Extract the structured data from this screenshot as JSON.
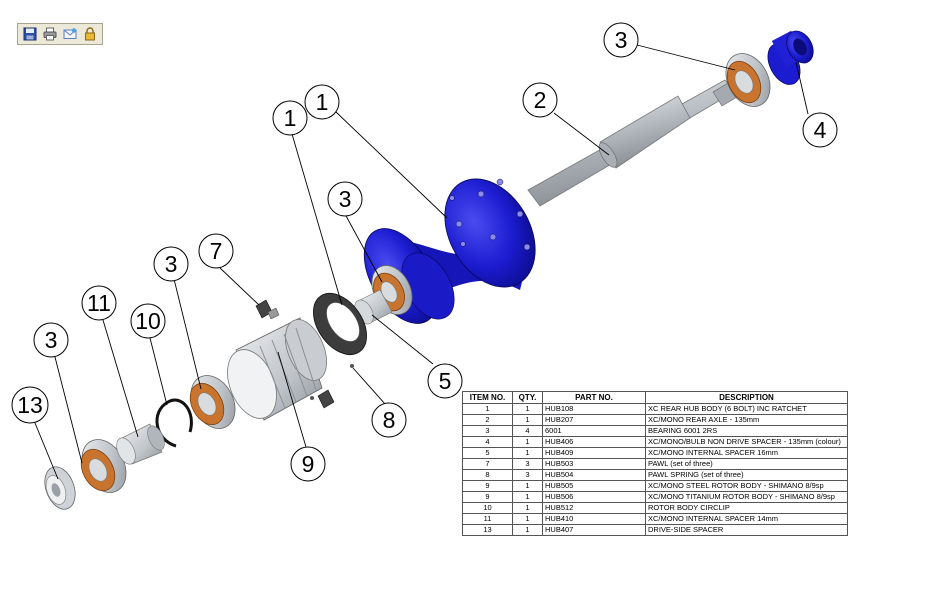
{
  "toolbar": {
    "buttons": [
      {
        "icon": "save-icon"
      },
      {
        "icon": "print-icon"
      },
      {
        "icon": "email-icon"
      },
      {
        "icon": "lock-icon"
      }
    ]
  },
  "callouts": {
    "c1a": "1",
    "c1b": "1",
    "c2": "2",
    "c3a": "3",
    "c3b": "3",
    "c3c": "3",
    "c3d": "3",
    "c4": "4",
    "c5": "5",
    "c7": "7",
    "c8": "8",
    "c9": "9",
    "c10": "10",
    "c11": "11",
    "c13": "13"
  },
  "colors": {
    "hub_blue": "#1b1bd0",
    "bearing_orange": "#c8742e",
    "steel": "#b8bec4"
  },
  "bom": {
    "headers": [
      "ITEM NO.",
      "QTY.",
      "PART NO.",
      "DESCRIPTION"
    ],
    "rows": [
      [
        "1",
        "1",
        "HUB108",
        "XC REAR HUB BODY (6 BOLT) INC RATCHET"
      ],
      [
        "2",
        "1",
        "HUB207",
        "XC/MONO REAR AXLE - 135mm"
      ],
      [
        "3",
        "4",
        "6001",
        "BEARING 6001 2RS"
      ],
      [
        "4",
        "1",
        "HUB406",
        "XC/MONO/BULB NON DRIVE SPACER - 135mm (colour)"
      ],
      [
        "5",
        "1",
        "HUB409",
        "XC/MONO INTERNAL SPACER 16mm"
      ],
      [
        "7",
        "3",
        "HUB503",
        "PAWL (set of three)"
      ],
      [
        "8",
        "3",
        "HUB504",
        "PAWL SPRING (set of three)"
      ],
      [
        "9",
        "1",
        "HUB505",
        "XC/MONO STEEL ROTOR BODY - SHIMANO 8/9sp"
      ],
      [
        "9",
        "1",
        "HUB506",
        "XC/MONO TITANIUM ROTOR BODY - SHIMANO 8/9sp"
      ],
      [
        "10",
        "1",
        "HUB512",
        "ROTOR BODY CIRCLIP"
      ],
      [
        "11",
        "1",
        "HUB410",
        "XC/MONO INTERNAL SPACER 14mm"
      ],
      [
        "13",
        "1",
        "HUB407",
        "DRIVE-SIDE SPACER"
      ]
    ]
  }
}
